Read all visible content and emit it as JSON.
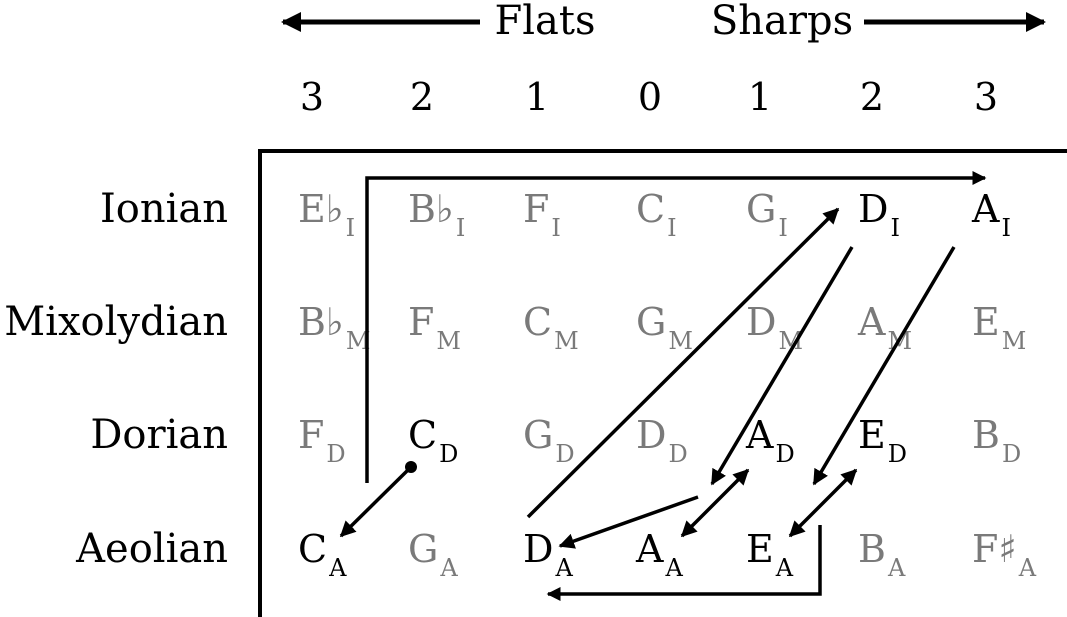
{
  "header": {
    "flats_label": "Flats",
    "sharps_label": "Sharps"
  },
  "columns": [
    "3",
    "2",
    "1",
    "0",
    "1",
    "2",
    "3"
  ],
  "rows": [
    {
      "mode": "Ionian",
      "cells": [
        {
          "note": "E♭",
          "sub": "I",
          "highlight": false
        },
        {
          "note": "B♭",
          "sub": "I",
          "highlight": false
        },
        {
          "note": "F",
          "sub": "I",
          "highlight": false
        },
        {
          "note": "C",
          "sub": "I",
          "highlight": false
        },
        {
          "note": "G",
          "sub": "I",
          "highlight": false
        },
        {
          "note": "D",
          "sub": "I",
          "highlight": true
        },
        {
          "note": "A",
          "sub": "I",
          "highlight": true
        }
      ]
    },
    {
      "mode": "Mixolydian",
      "cells": [
        {
          "note": "B♭",
          "sub": "M",
          "highlight": false
        },
        {
          "note": "F",
          "sub": "M",
          "highlight": false
        },
        {
          "note": "C",
          "sub": "M",
          "highlight": false
        },
        {
          "note": "G",
          "sub": "M",
          "highlight": false
        },
        {
          "note": "D",
          "sub": "M",
          "highlight": false
        },
        {
          "note": "A",
          "sub": "M",
          "highlight": false
        },
        {
          "note": "E",
          "sub": "M",
          "highlight": false
        }
      ]
    },
    {
      "mode": "Dorian",
      "cells": [
        {
          "note": "F",
          "sub": "D",
          "highlight": false
        },
        {
          "note": "C",
          "sub": "D",
          "highlight": true
        },
        {
          "note": "G",
          "sub": "D",
          "highlight": false
        },
        {
          "note": "D",
          "sub": "D",
          "highlight": false
        },
        {
          "note": "A",
          "sub": "D",
          "highlight": true
        },
        {
          "note": "E",
          "sub": "D",
          "highlight": true
        },
        {
          "note": "B",
          "sub": "D",
          "highlight": false
        }
      ]
    },
    {
      "mode": "Aeolian",
      "cells": [
        {
          "note": "C",
          "sub": "A",
          "highlight": true
        },
        {
          "note": "G",
          "sub": "A",
          "highlight": false
        },
        {
          "note": "D",
          "sub": "A",
          "highlight": true
        },
        {
          "note": "A",
          "sub": "A",
          "highlight": true
        },
        {
          "note": "E",
          "sub": "A",
          "highlight": true
        },
        {
          "note": "B",
          "sub": "A",
          "highlight": false
        },
        {
          "note": "F♯",
          "sub": "A",
          "highlight": false
        }
      ]
    }
  ],
  "colors": {
    "highlight": "#000000",
    "dim": "#7a7a7a"
  }
}
